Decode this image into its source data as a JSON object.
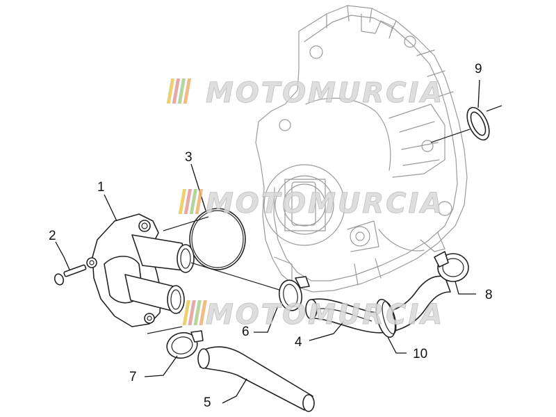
{
  "diagram": {
    "callouts": [
      {
        "id": "1",
        "label": "1"
      },
      {
        "id": "2",
        "label": "2"
      },
      {
        "id": "3",
        "label": "3"
      },
      {
        "id": "4",
        "label": "4"
      },
      {
        "id": "5",
        "label": "5"
      },
      {
        "id": "6",
        "label": "6"
      },
      {
        "id": "7",
        "label": "7"
      },
      {
        "id": "8",
        "label": "8"
      },
      {
        "id": "9",
        "label": "9"
      },
      {
        "id": "10",
        "label": "10"
      }
    ]
  },
  "watermark": {
    "text": "MOTOMURCIA",
    "stripe_colors": [
      "#e8c95a",
      "#e39a9a",
      "#a8d08d",
      "#f0b070"
    ]
  }
}
